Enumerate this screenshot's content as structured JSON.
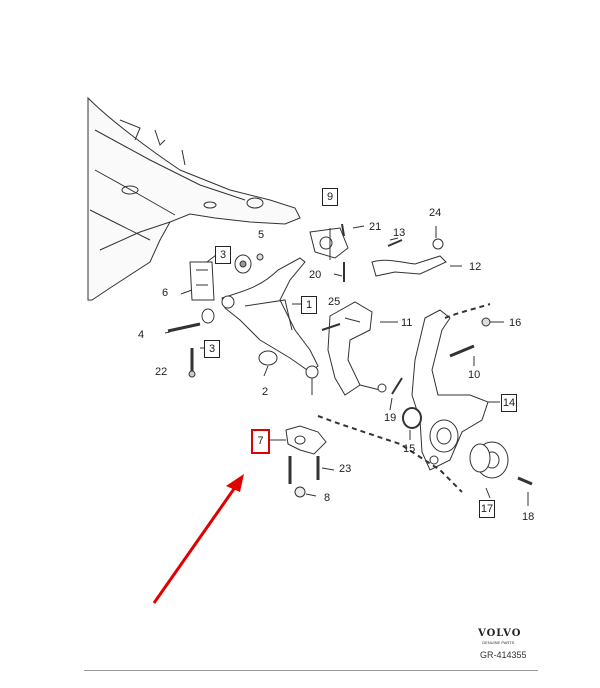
{
  "callouts": {
    "c2": "2",
    "c3a": "3",
    "c3b": "3",
    "c4": "4",
    "c5": "5",
    "c6": "6",
    "c7": "7",
    "c8": "8",
    "c9": "9",
    "c1": "1",
    "c10": "10",
    "c11": "11",
    "c12": "12",
    "c13": "13",
    "c14": "14",
    "c15": "15",
    "c16": "16",
    "c17": "17",
    "c18": "18",
    "c19": "19",
    "c20": "20",
    "c21": "21",
    "c22": "22",
    "c23": "23",
    "c24": "24",
    "c25": "25"
  },
  "highlight_color": "#e00000",
  "brand": "VOLVO",
  "brand_sub": "GENUINE PARTS",
  "reference": "GR-414355"
}
